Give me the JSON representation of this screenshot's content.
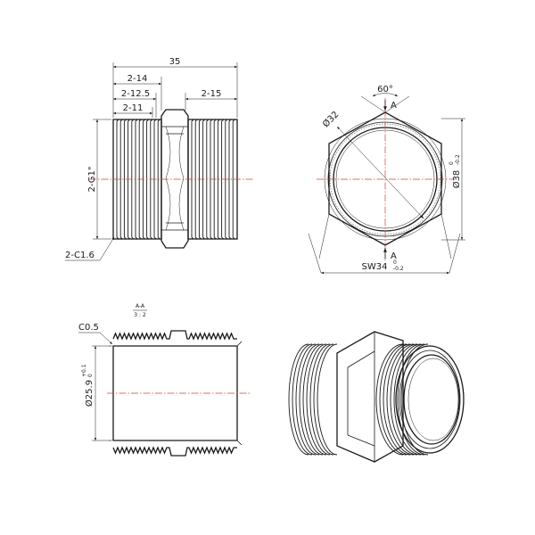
{
  "side_view": {
    "dim_overall": "35",
    "dim_thread_len": "2-14",
    "dim_thread_mid": "2-12.5",
    "dim_thread_short": "2-11",
    "dim_right": "2-15",
    "label_thread": "2-G1\"",
    "label_chamfer": "2-C1.6"
  },
  "end_view": {
    "angle": "60°",
    "dia_inner": "Ø32",
    "dia_outer": "Ø38",
    "dia_outer_tol_upper": "0",
    "dia_outer_tol_lower": "-0.2",
    "section_top": "A",
    "section_bottom": "A",
    "across_flats": "SW34",
    "across_flats_tol_upper": "0",
    "across_flats_tol_lower": "-0.2"
  },
  "section_view": {
    "chamfer": "C0.5",
    "title": "A-A",
    "scale": "3 : 2",
    "bore": "Ø25.9",
    "bore_tol_upper": "+0.1",
    "bore_tol_lower": "0"
  },
  "colors": {
    "ink": "#1a1a1a",
    "centerline": "#d23c3c"
  }
}
